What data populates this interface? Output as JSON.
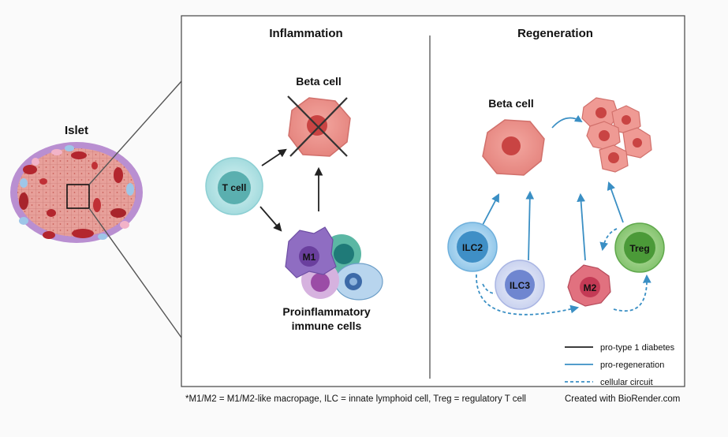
{
  "islet": {
    "label": "Islet"
  },
  "inflammation": {
    "title": "Inflammation",
    "beta_cell_label": "Beta cell",
    "t_cell_label": "T cell",
    "m1_label": "M1",
    "proinflammatory_line1": "Proinflammatory",
    "proinflammatory_line2": "immune cells"
  },
  "regeneration": {
    "title": "Regeneration",
    "beta_cell_label": "Beta cell",
    "ilc2_label": "ILC2",
    "ilc3_label": "ILC3",
    "m2_label": "M2",
    "treg_label": "Treg"
  },
  "legend": {
    "items": [
      {
        "label": "pro-type 1 diabetes",
        "color": "#222222",
        "style": "solid"
      },
      {
        "label": "pro-regeneration",
        "color": "#3a8fc4",
        "style": "solid"
      },
      {
        "label": "cellular circuit",
        "color": "#3a8fc4",
        "style": "dashed"
      }
    ]
  },
  "footnote": "*M1/M2 = M1/M2-like macropage, ILC = innate lymphoid cell, Treg = regulatory T cell",
  "credit": "Created with BioRender.com"
}
